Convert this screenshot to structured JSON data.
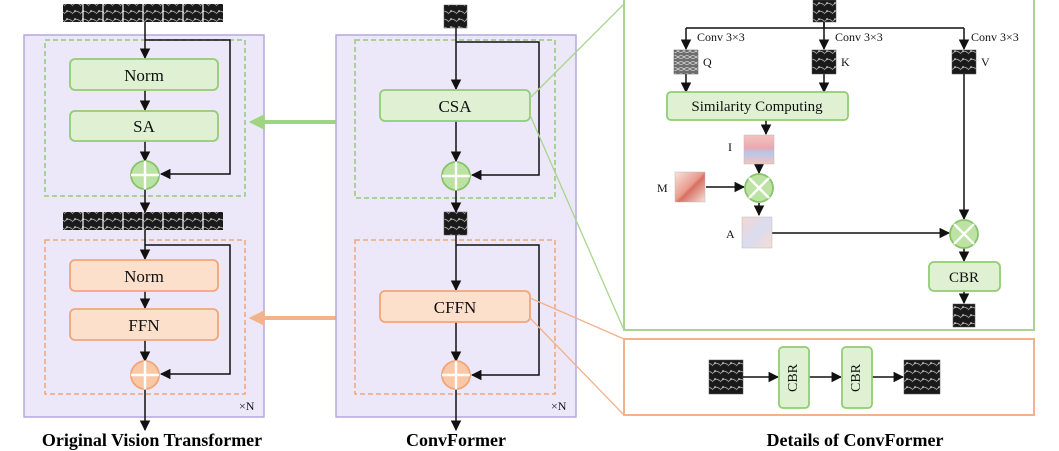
{
  "left": {
    "blocks": {
      "norm1": "Norm",
      "sa": "SA",
      "norm2": "Norm",
      "ffn": "FFN"
    },
    "repeat": "×N",
    "caption": "Original Vision Transformer"
  },
  "middle": {
    "blocks": {
      "csa": "CSA",
      "cffn": "CFFN"
    },
    "repeat": "×N",
    "caption": "ConvFormer"
  },
  "details": {
    "conv_q": "Conv 3×3",
    "conv_k": "Conv 3×3",
    "conv_v": "Conv 3×3",
    "q": "Q",
    "k": "K",
    "v": "V",
    "similarity": "Similarity Computing",
    "i": "I",
    "m": "M",
    "a": "A",
    "cbr": "CBR",
    "cbr1": "CBR",
    "cbr2": "CBR",
    "caption": "Details of ConvFormer"
  },
  "colors": {
    "purple_fill": "#ece7f9",
    "purple_stroke": "#b5a7de",
    "green_fill": "#dff1d2",
    "green_stroke": "#92cc76",
    "orange_fill": "#fde0cc",
    "orange_stroke": "#f0a67a",
    "arrow_green": "#9fd582",
    "arrow_orange": "#f2b28c"
  }
}
